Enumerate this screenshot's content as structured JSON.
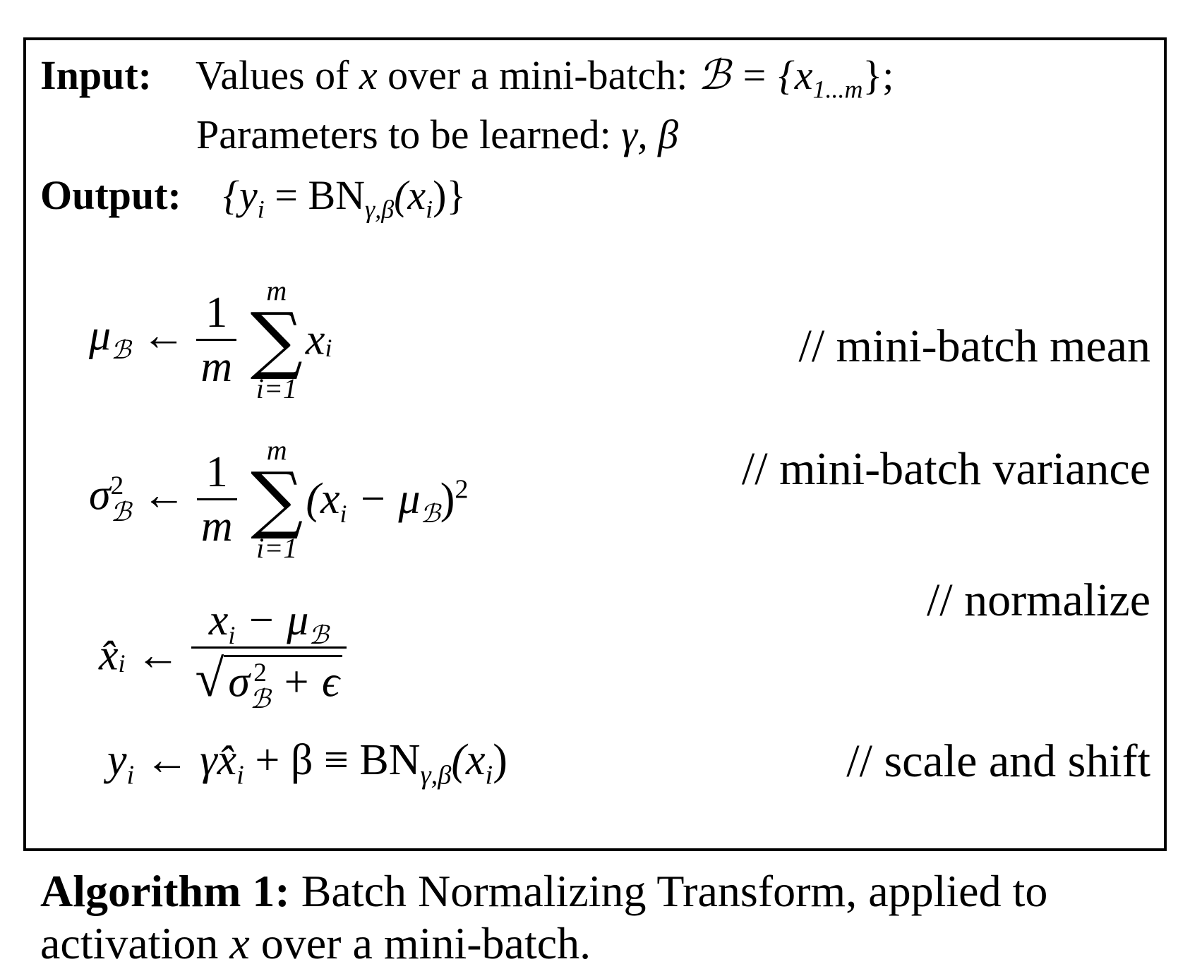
{
  "algorithm": {
    "input_label": "Input:",
    "input_line1_a": "Values of",
    "input_line1_var": "x",
    "input_line1_b": "over a mini-batch:",
    "input_line1_math": "ℬ = {x",
    "input_line1_sub": "1...m",
    "input_line1_end": "};",
    "input_line2_a": "Parameters to be learned:",
    "input_line2_math": "γ, β",
    "output_label": "Output:",
    "output_math_a": "{y",
    "output_math_sub_i": "i",
    "output_math_b": " = BN",
    "output_math_sub_gb": "γ,β",
    "output_math_c": "(x",
    "output_math_d": ")}",
    "steps": [
      {
        "lhs": "μ",
        "lhs_sub": "ℬ",
        "comment": "// mini-batch mean",
        "sum_top": "m",
        "sum_bot": "i=1",
        "frac_num": "1",
        "frac_den": "m",
        "rhs": "x",
        "rhs_sub": "i"
      },
      {
        "lhs": "σ",
        "lhs_sup": "2",
        "lhs_sub": "ℬ",
        "comment": "// mini-batch variance",
        "sum_top": "m",
        "sum_bot": "i=1",
        "frac_num": "1",
        "frac_den": "m",
        "rhs": "(x",
        "rhs_sub": "i",
        "rhs_b": " − μ",
        "rhs_b_sub": "ℬ",
        "rhs_c": ")",
        "rhs_sup": "2"
      },
      {
        "lhs": "x̂",
        "lhs_sub": "i",
        "comment": "// normalize",
        "num_a": "x",
        "num_sub": "i",
        "num_b": " − μ",
        "num_b_sub": "ℬ",
        "den_a": "σ",
        "den_sup": "2",
        "den_sub": "ℬ",
        "den_b": " + ϵ"
      },
      {
        "lhs": "y",
        "lhs_sub": "i",
        "comment": "// scale and shift",
        "rhs_a": "γx̂",
        "rhs_a_sub": "i",
        "rhs_b": " + β ≡ BN",
        "rhs_b_sub": "γ,β",
        "rhs_c": "(x",
        "rhs_c_sub": "i",
        "rhs_d": ")"
      }
    ],
    "arrow": "←",
    "sigma": "∑",
    "sqrt_sign": "√"
  },
  "caption": {
    "label": "Algorithm 1:",
    "text_a": "Batch Normalizing Transform, applied to activation",
    "var": "x",
    "text_b": "over a mini-batch."
  }
}
